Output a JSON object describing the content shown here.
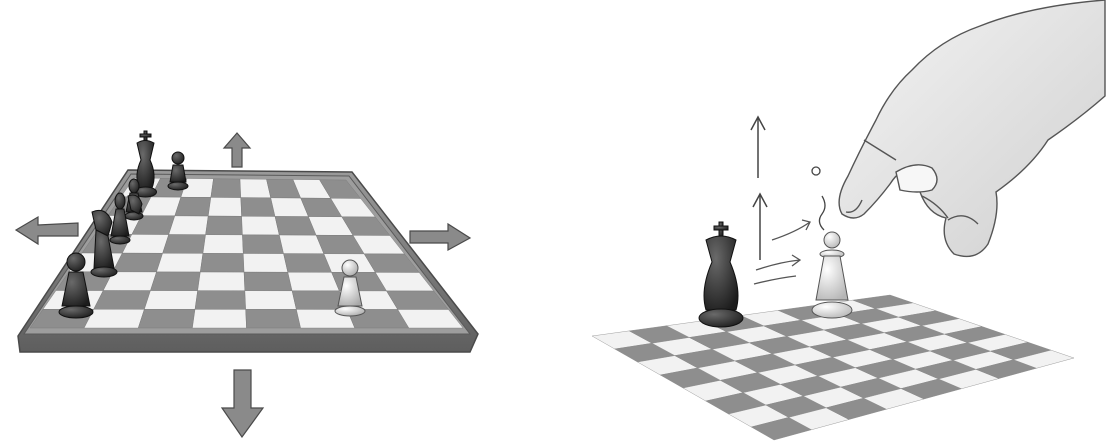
{
  "scene": {
    "left": {
      "description_icon": "chessboard-with-arrows-icon",
      "pieces": [
        {
          "piece": "king",
          "color": "black"
        },
        {
          "piece": "pawn",
          "color": "black"
        },
        {
          "piece": "bishop",
          "color": "black"
        },
        {
          "piece": "bishop",
          "color": "black"
        },
        {
          "piece": "knight",
          "color": "black"
        },
        {
          "piece": "knight",
          "color": "black"
        },
        {
          "piece": "pawn",
          "color": "black"
        },
        {
          "piece": "pawn",
          "color": "white"
        }
      ],
      "arrows": [
        "up",
        "left",
        "right",
        "down"
      ]
    },
    "right": {
      "hand_icon": "hand-icon",
      "pieces": [
        {
          "piece": "king",
          "color": "black"
        },
        {
          "piece": "pawn",
          "color": "white"
        }
      ],
      "arrows": [
        "up",
        "up",
        "motion"
      ]
    }
  },
  "colors": {
    "board_dark": "#8e8e8e",
    "board_light": "#f2f2f2",
    "frame": "#6f6f6f",
    "ink": "#3a3a3a",
    "black_piece": "#2b2b2b",
    "white_piece": "#e8e8e8",
    "skin": "#ededed"
  }
}
